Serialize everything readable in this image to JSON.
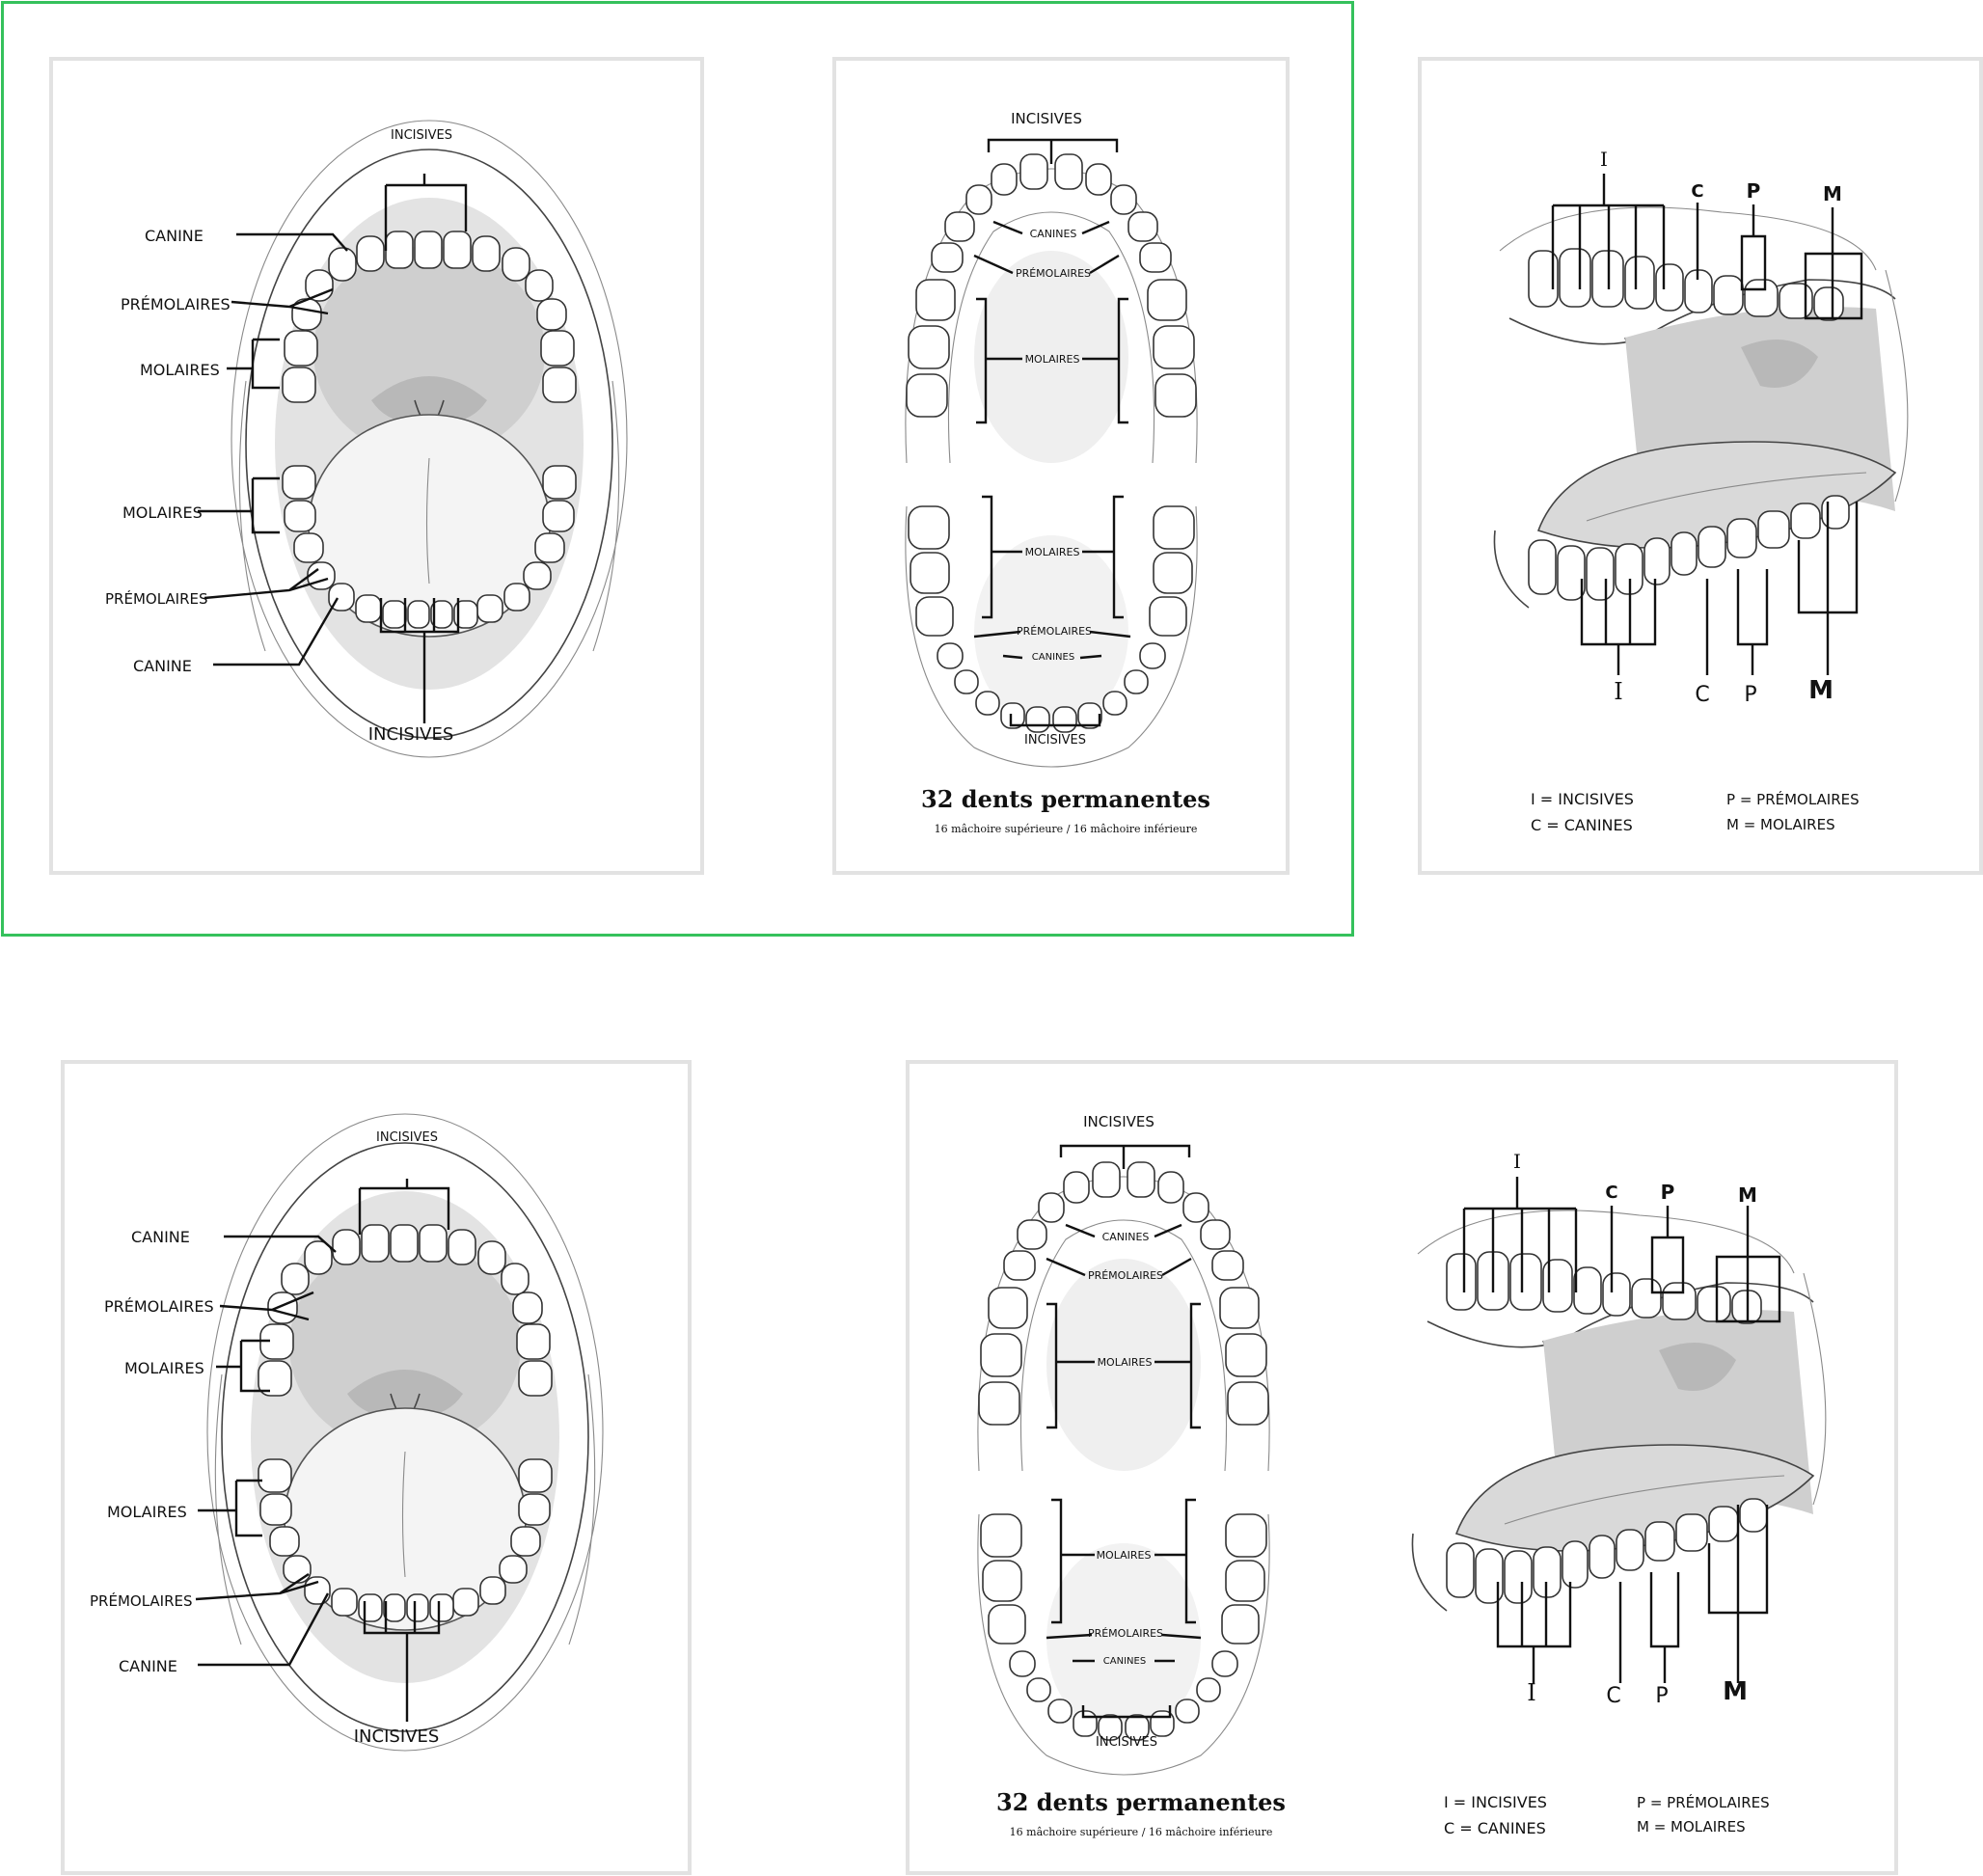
{
  "panels": {
    "front_view_1": {
      "incisives_top": "INCISIVES",
      "canine_top": "CANINE",
      "premolaires_top": "PRÉMOLAIRES",
      "molaires_top": "MOLAIRES",
      "molaires_bottom": "MOLAIRES",
      "premolaires_bottom": "PRÉMOLAIRES",
      "canine_bottom": "CANINE",
      "incisives_bottom": "INCISIVES"
    },
    "arch_view_1": {
      "incisives_top": "INCISIVES",
      "canines_upper": "CANINES",
      "premolaires_upper": "PRÉMOLAIRES",
      "molaires_upper": "MOLAIRES",
      "molaires_lower": "MOLAIRES",
      "premolaires_lower": "PRÉMOLAIRES",
      "canines_lower": "CANINES",
      "incisives_bottom": "INCISIVES",
      "title": "32 dents permanentes",
      "subtitle": "16 mâchoire supérieure / 16 mâchoire inférieure"
    },
    "side_view_1": {
      "i_top": "I",
      "c_top": "C",
      "p_top": "P",
      "m_top": "M",
      "i_bottom": "I",
      "c_bottom": "C",
      "p_bottom": "P",
      "m_bottom": "M",
      "legend_i": "I = INCISIVES",
      "legend_c": "C = CANINES",
      "legend_p": "P = PRÉMOLAIRES",
      "legend_m": "M = MOLAIRES"
    },
    "front_view_2": {
      "incisives_top": "INCISIVES",
      "canine_top": "CANINE",
      "premolaires_top": "PRÉMOLAIRES",
      "molaires_top": "MOLAIRES",
      "molaires_bottom": "MOLAIRES",
      "premolaires_bottom": "PRÉMOLAIRES",
      "canine_bottom": "CANINE",
      "incisives_bottom": "INCISIVES"
    },
    "combo_view": {
      "incisives_top": "INCISIVES",
      "canines_upper": "CANINES",
      "premolaires_upper": "PRÉMOLAIRES",
      "molaires_upper": "MOLAIRES",
      "molaires_lower": "MOLAIRES",
      "premolaires_lower": "PRÉMOLAIRES",
      "canines_lower": "CANINES",
      "incisives_bottom": "INCISIVES",
      "title": "32 dents permanentes",
      "subtitle": "16 mâchoire supérieure / 16 mâchoire inférieure",
      "i_top": "I",
      "c_top": "C",
      "p_top": "P",
      "m_top": "M",
      "i_bottom": "I",
      "c_bottom": "C",
      "p_bottom": "P",
      "m_bottom": "M",
      "legend_i": "I = INCISIVES",
      "legend_c": "C = CANINES",
      "legend_p": "P = PRÉMOLAIRES",
      "legend_m": "M = MOLAIRES"
    }
  },
  "colors": {
    "selection": "#35c15c",
    "frame_border": "#e2e2e2"
  }
}
